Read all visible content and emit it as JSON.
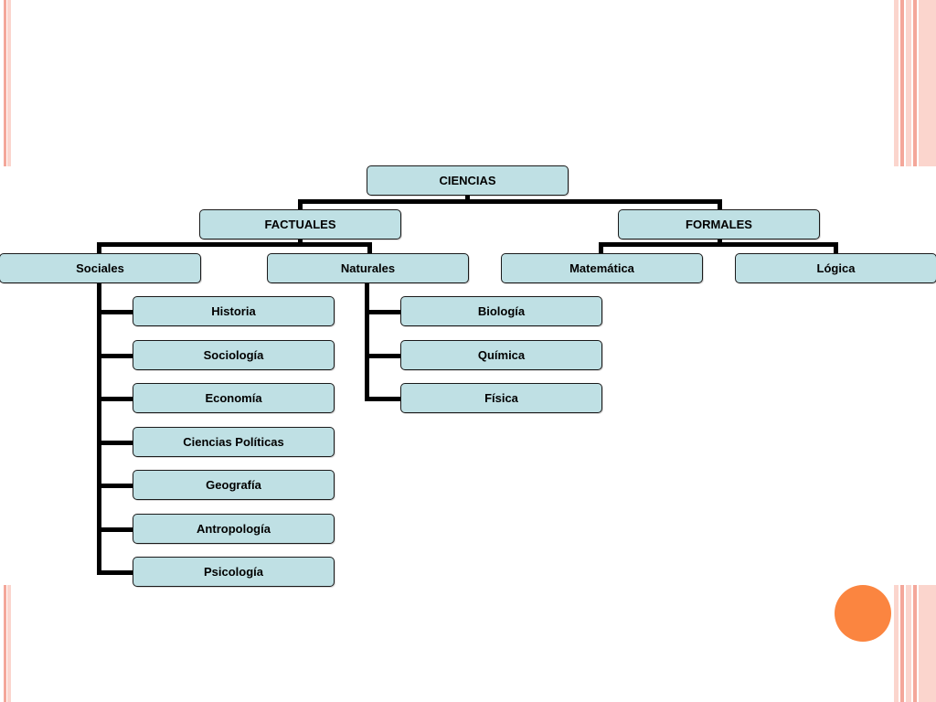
{
  "theme": {
    "node_fill": "#bfe0e4",
    "node_border": "#1a1a1a",
    "connector": "#000000",
    "stripe_dark": "#f4a79a",
    "stripe_light": "#fbd5cd",
    "accent_circle": "#fb8540"
  },
  "diagram": {
    "root": "CIENCIAS",
    "factuales": {
      "label": "FACTUALES",
      "sociales": {
        "label": "Sociales",
        "children": [
          "Historia",
          "Sociología",
          "Economía",
          "Ciencias Políticas",
          "Geografía",
          "Antropología",
          "Psicología"
        ]
      },
      "naturales": {
        "label": "Naturales",
        "children": [
          "Biología",
          "Química",
          "Física"
        ]
      }
    },
    "formales": {
      "label": "FORMALES",
      "children": [
        "Matemática",
        "Lógica"
      ]
    }
  }
}
